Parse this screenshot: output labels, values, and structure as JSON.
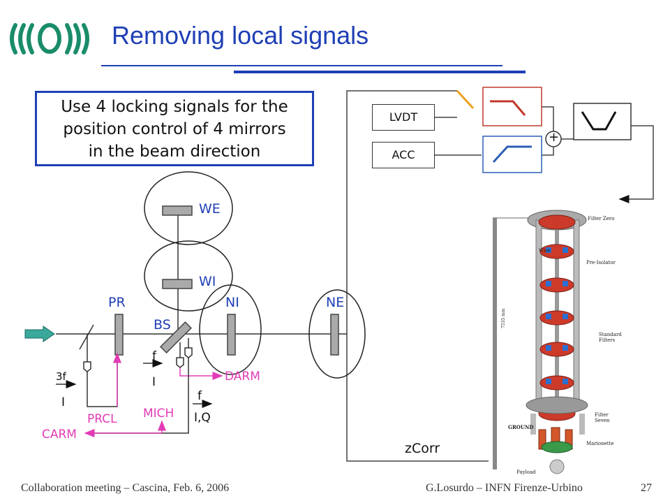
{
  "slide": {
    "title": "Removing local signals",
    "box_lines": [
      "Use 4 locking signals for the",
      "position control of 4 mirrors",
      "in the beam direction"
    ]
  },
  "control": {
    "lvdt": "LVDT",
    "acc": "ACC",
    "sum": "+",
    "zcorr": "zCorr"
  },
  "optics": {
    "we": "WE",
    "wi": "WI",
    "pr": "PR",
    "ni": "NI",
    "ne": "NE",
    "bs": "BS",
    "darm": "DARM",
    "prcl": "PRCL",
    "mich": "MICH",
    "carm": "CARM",
    "mod_3f": "3f",
    "demod_i_left": "I",
    "mod_f_bs": "f",
    "demod_i_bs": "I",
    "mod_f_ni": "f",
    "demod_iq": "I,Q"
  },
  "tower": {
    "filter_zero": "Filter Zero",
    "wire": "Wire",
    "pre_isolator": "Pre-Isolator",
    "height": "7535 mm",
    "standard_filters": "Standard Filters",
    "ground": "GROUND",
    "filter_seven": "Filter Seven",
    "marionette": "Marionette",
    "payload": "Payload"
  },
  "footer": {
    "left": "Collaboration meeting – Cascina, Feb. 6, 2006",
    "right": "G.Losurdo – INFN Firenze-Urbino",
    "page": "27"
  },
  "colors": {
    "title_blue": "#1f3fb5",
    "pink": "#e23bb5",
    "logo_green": "#1a8c6a"
  }
}
